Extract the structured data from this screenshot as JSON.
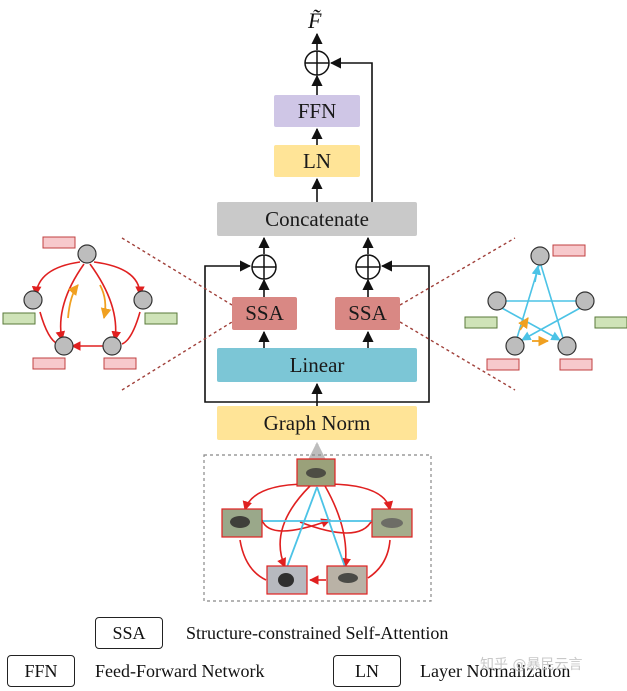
{
  "output_label": "F̃",
  "blocks": {
    "ffn": "FFN",
    "ln": "LN",
    "concatenate": "Concatenate",
    "ssa_left": "SSA",
    "ssa_right": "SSA",
    "linear": "Linear",
    "graph_norm": "Graph Norm"
  },
  "legend": {
    "ssa_abbr": "SSA",
    "ssa_desc": "Structure-constrained Self-Attention",
    "ffn_abbr": "FFN",
    "ffn_desc": "Feed-Forward Network",
    "ln_abbr": "LN",
    "ln_desc": "Layer Normalization"
  },
  "watermark": "知乎 @暴民云言",
  "colors": {
    "ffn": "#cfc6e6",
    "ln": "#ffe497",
    "concatenate": "#c9c9c9",
    "ssa": "#d98884",
    "linear": "#7cc6d6",
    "graph_norm": "#ffe497",
    "edge_red": "#e02020",
    "edge_blue": "#4cc3e6",
    "edge_orange": "#f0a020",
    "node_gray": "#bdbdbd",
    "feature_pink": "#f7c9cc",
    "feature_green": "#cfe3b8"
  }
}
